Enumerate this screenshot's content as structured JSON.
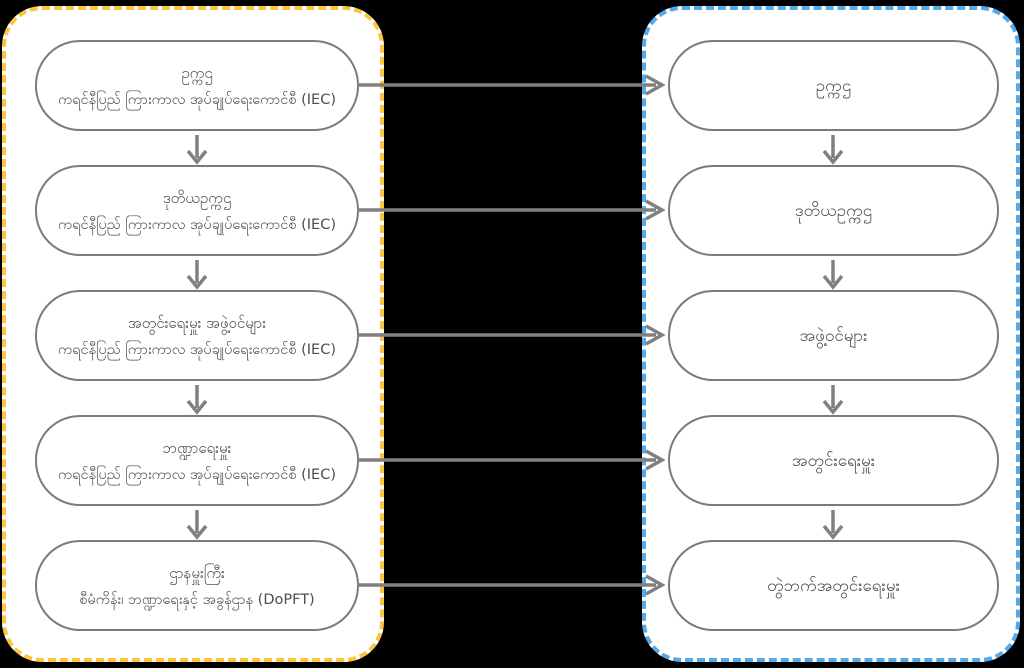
{
  "diagram": {
    "type": "flowchart",
    "background_color": "#000000",
    "arrow_color": "#808080",
    "box_border_color": "#7B7B7B",
    "box_fill_color": "#FFFFFF",
    "text_color": "#4E4E4E",
    "left_panel": {
      "border_color": "#FCC440",
      "boxes": [
        {
          "title": "ဥက္ကဌ",
          "subtitle": "ကရင်နီပြည် ကြားကာလ အုပ်ချုပ်ရေးကောင်စီ (IEC)"
        },
        {
          "title": "ဒုတိယဥက္ကဌ",
          "subtitle": "ကရင်နီပြည် ကြားကာလ အုပ်ချုပ်ရေးကောင်စီ (IEC)"
        },
        {
          "title": "အတွင်းရေးမှူး အဖွဲ့ဝင်များ",
          "subtitle": "ကရင်နီပြည် ကြားကာလ အုပ်ချုပ်ရေးကောင်စီ (IEC)"
        },
        {
          "title": "ဘဏ္ဍာရေးမှူး",
          "subtitle": "ကရင်နီပြည် ကြားကာလ အုပ်ချုပ်ရေးကောင်စီ (IEC)"
        },
        {
          "title": "ဌာနမှူးကြီး",
          "subtitle": "စီမံကိန်း၊ ဘဏ္ဍာရေးနှင့် အခွန်ဌာန (DoPFT)"
        }
      ]
    },
    "right_panel": {
      "border_color": "#55AAEA",
      "boxes": [
        {
          "title": "ဥက္ကဌ"
        },
        {
          "title": "ဒုတိယဥက္ကဌ"
        },
        {
          "title": "အဖွဲ့ဝင်များ"
        },
        {
          "title": "အတွင်းရေးမှူး"
        },
        {
          "title": "တွဲဘက်အတွင်းရေးမှူး"
        }
      ]
    }
  }
}
